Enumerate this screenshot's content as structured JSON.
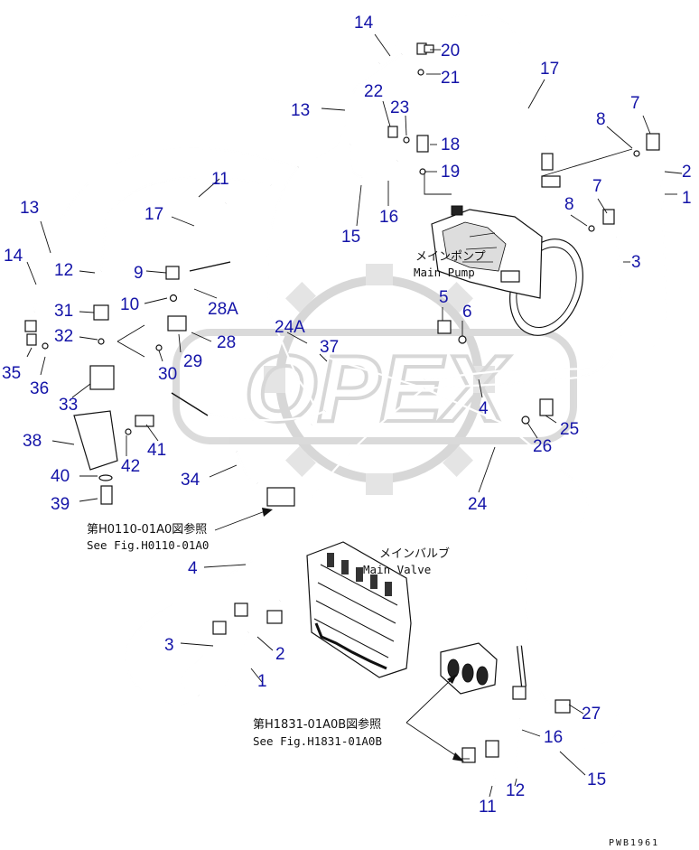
{
  "callouts": [
    {
      "id": "c14a",
      "text": "14"
    },
    {
      "id": "c20",
      "text": "20"
    },
    {
      "id": "c17a",
      "text": "17"
    },
    {
      "id": "c21",
      "text": "21"
    },
    {
      "id": "c22",
      "text": "22"
    },
    {
      "id": "c23",
      "text": "23"
    },
    {
      "id": "c13a",
      "text": "13"
    },
    {
      "id": "c7a",
      "text": "7"
    },
    {
      "id": "c8a",
      "text": "8"
    },
    {
      "id": "c2a",
      "text": "2"
    },
    {
      "id": "c1a",
      "text": "1"
    },
    {
      "id": "c18",
      "text": "18"
    },
    {
      "id": "c19",
      "text": "19"
    },
    {
      "id": "c11a",
      "text": "11"
    },
    {
      "id": "c16a",
      "text": "16"
    },
    {
      "id": "c15a",
      "text": "15"
    },
    {
      "id": "c13b",
      "text": "13"
    },
    {
      "id": "c17b",
      "text": "17"
    },
    {
      "id": "c7b",
      "text": "7"
    },
    {
      "id": "c8b",
      "text": "8"
    },
    {
      "id": "c3a",
      "text": "3"
    },
    {
      "id": "c14b",
      "text": "14"
    },
    {
      "id": "c12a",
      "text": "12"
    },
    {
      "id": "c9",
      "text": "9"
    },
    {
      "id": "c10",
      "text": "10"
    },
    {
      "id": "c28a",
      "text": "28A"
    },
    {
      "id": "c5",
      "text": "5"
    },
    {
      "id": "c6",
      "text": "6"
    },
    {
      "id": "c31",
      "text": "31"
    },
    {
      "id": "c32",
      "text": "32"
    },
    {
      "id": "c24a",
      "text": "24A"
    },
    {
      "id": "c37",
      "text": "37"
    },
    {
      "id": "c28",
      "text": "28"
    },
    {
      "id": "c35",
      "text": "35"
    },
    {
      "id": "c36",
      "text": "36"
    },
    {
      "id": "c30",
      "text": "30"
    },
    {
      "id": "c29",
      "text": "29"
    },
    {
      "id": "c33",
      "text": "33"
    },
    {
      "id": "c4a",
      "text": "4"
    },
    {
      "id": "c25",
      "text": "25"
    },
    {
      "id": "c38",
      "text": "38"
    },
    {
      "id": "c41",
      "text": "41"
    },
    {
      "id": "c26",
      "text": "26"
    },
    {
      "id": "c42",
      "text": "42"
    },
    {
      "id": "c40",
      "text": "40"
    },
    {
      "id": "c34",
      "text": "34"
    },
    {
      "id": "c24b",
      "text": "24"
    },
    {
      "id": "c39",
      "text": "39"
    },
    {
      "id": "c4b",
      "text": "4"
    },
    {
      "id": "c3b",
      "text": "3"
    },
    {
      "id": "c2b",
      "text": "2"
    },
    {
      "id": "c1b",
      "text": "1"
    },
    {
      "id": "c27",
      "text": "27"
    },
    {
      "id": "c16b",
      "text": "16"
    },
    {
      "id": "c15b",
      "text": "15"
    },
    {
      "id": "c11b",
      "text": "11"
    },
    {
      "id": "c12b",
      "text": "12"
    }
  ],
  "labels": {
    "main_pump_jp": "メインポンプ",
    "main_pump_en": "Main Pump",
    "main_valve_jp": "メインバルブ",
    "main_valve_en": "Main Valve",
    "ref1_jp": "第H0110-01A0図参照",
    "ref1_en": "See Fig.H0110-01A0",
    "ref2_jp": "第H1831-01A0B図参照",
    "ref2_en": "See Fig.H1831-01A0B",
    "drawing_code": "PWB1961"
  },
  "watermark": "OPEX",
  "colors": {
    "callout": "#1414a8",
    "line_art": "#111111",
    "watermark": "#b8b8b8"
  }
}
